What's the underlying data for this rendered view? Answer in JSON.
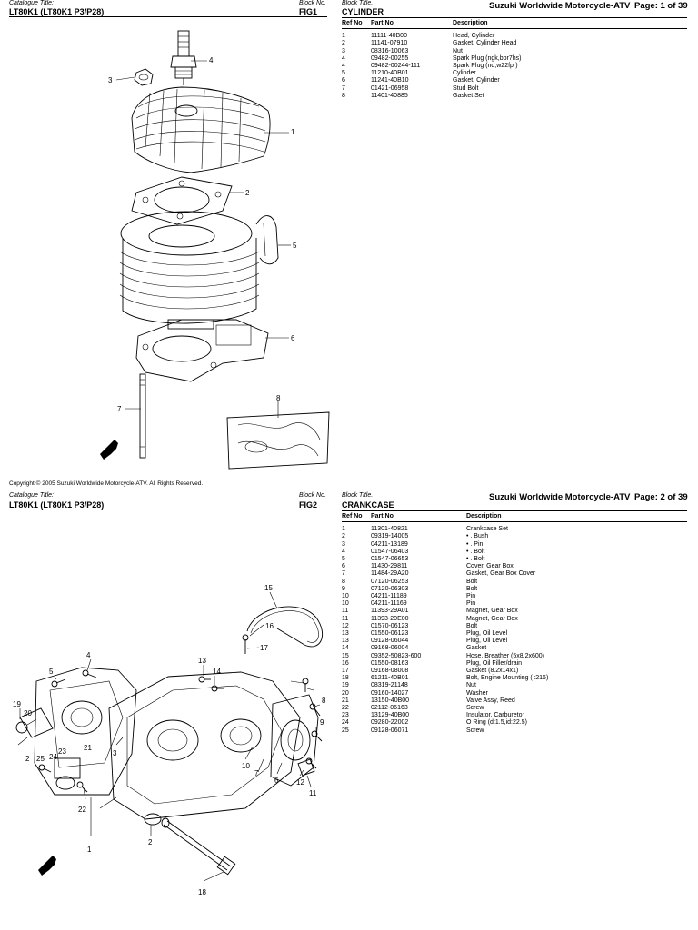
{
  "page1": {
    "catalogue_title_label": "Catalogue Title:",
    "catalogue_title": "LT80K1 (LT80K1 P3/P28)",
    "block_no_label": "Block No.",
    "block_no": "FIG1",
    "block_title_label": "Block Title.",
    "block_title": "CYLINDER",
    "brand": "Suzuki Worldwide Motorcycle-ATV",
    "page": "Page: 1 of 39",
    "columns": [
      "Ref No",
      "Part No",
      "Description"
    ],
    "parts": [
      [
        "1",
        "11111-40B00",
        "Head, Cylinder"
      ],
      [
        "2",
        "11141-07910",
        "Gasket, Cylinder Head"
      ],
      [
        "3",
        "08316-10063",
        "Nut"
      ],
      [
        "4",
        "09482-00255",
        "Spark Plug (ngk,bpr7hs)"
      ],
      [
        "4",
        "09482-00244-111",
        "Spark Plug (nd,w22fpr)"
      ],
      [
        "5",
        "11210-40B01",
        "Cylinder"
      ],
      [
        "6",
        "11241-40B10",
        "Gasket, Cylinder"
      ],
      [
        "7",
        "01421-06958",
        "Stud Bolt"
      ],
      [
        "8",
        "11401-40885",
        "Gasket Set"
      ]
    ],
    "callouts": [
      "1",
      "2",
      "3",
      "4",
      "5",
      "6",
      "7",
      "8"
    ]
  },
  "copyright": "Copyright © 2005  Suzuki Worldwide Motorcycle-ATV.  All Rights Reserved.",
  "page2": {
    "catalogue_title_label": "Catalogue Title:",
    "catalogue_title": "LT80K1 (LT80K1 P3/P28)",
    "block_no_label": "Block No.",
    "block_no": "FIG2",
    "block_title_label": "Block Title.",
    "block_title": "CRANKCASE",
    "brand": "Suzuki Worldwide Motorcycle-ATV",
    "page": "Page: 2 of 39",
    "columns": [
      "Ref No",
      "Part No",
      "Description"
    ],
    "parts": [
      [
        "1",
        "11301-40821",
        "Crankcase Set"
      ],
      [
        "2",
        "09319-14005",
        "• . Bush"
      ],
      [
        "3",
        "04211-13189",
        "• . Pin"
      ],
      [
        "4",
        "01547-06403",
        "• . Bolt"
      ],
      [
        "5",
        "01547-06653",
        "• . Bolt"
      ],
      [
        "6",
        "11430-29811",
        "Cover, Gear Box"
      ],
      [
        "7",
        "11484-29A20",
        "Gasket, Gear Box Cover"
      ],
      [
        "8",
        "07120-06253",
        "Bolt"
      ],
      [
        "9",
        "07120-06303",
        "Bolt"
      ],
      [
        "10",
        "04211-11189",
        "Pin"
      ],
      [
        "10",
        "04211-11169",
        "Pin"
      ],
      [
        "11",
        "11393-29A01",
        "Magnet, Gear Box"
      ],
      [
        "11",
        "11393-20E00",
        "Magnet, Gear Box"
      ],
      [
        "12",
        "01570-06123",
        "Bolt"
      ],
      [
        "13",
        "01550-06123",
        "Plug, Oil Level"
      ],
      [
        "13",
        "09128-06044",
        "Plug, Oil Level"
      ],
      [
        "14",
        "09168-06004",
        "Gasket"
      ],
      [
        "15",
        "09352-50823-600",
        "Hose, Breather (5x8.2x600)"
      ],
      [
        "16",
        "01550-08163",
        "Plug, Oil Filler/drain"
      ],
      [
        "17",
        "09168-08008",
        "Gasket (8.2x14x1)"
      ],
      [
        "18",
        "61211-40B01",
        "Bolt, Engine Mounting (l:216)"
      ],
      [
        "19",
        "08319-21148",
        "Nut"
      ],
      [
        "20",
        "09160-14027",
        "Washer"
      ],
      [
        "21",
        "13150-40B00",
        "Valve Assy, Reed"
      ],
      [
        "22",
        "02112-06163",
        "Screw"
      ],
      [
        "23",
        "13129-40B00",
        "Insulator, Carburetor"
      ],
      [
        "24",
        "09280-22002",
        "O Ring (d:1.5,id:22.5)"
      ],
      [
        "25",
        "09128-06071",
        "Screw"
      ]
    ],
    "callouts": [
      "1",
      "2",
      "3",
      "4",
      "5",
      "6",
      "7",
      "8",
      "9",
      "10",
      "11",
      "12",
      "13",
      "14",
      "15",
      "16",
      "17",
      "18",
      "19",
      "20",
      "21",
      "22",
      "23",
      "24",
      "25",
      "2"
    ]
  }
}
